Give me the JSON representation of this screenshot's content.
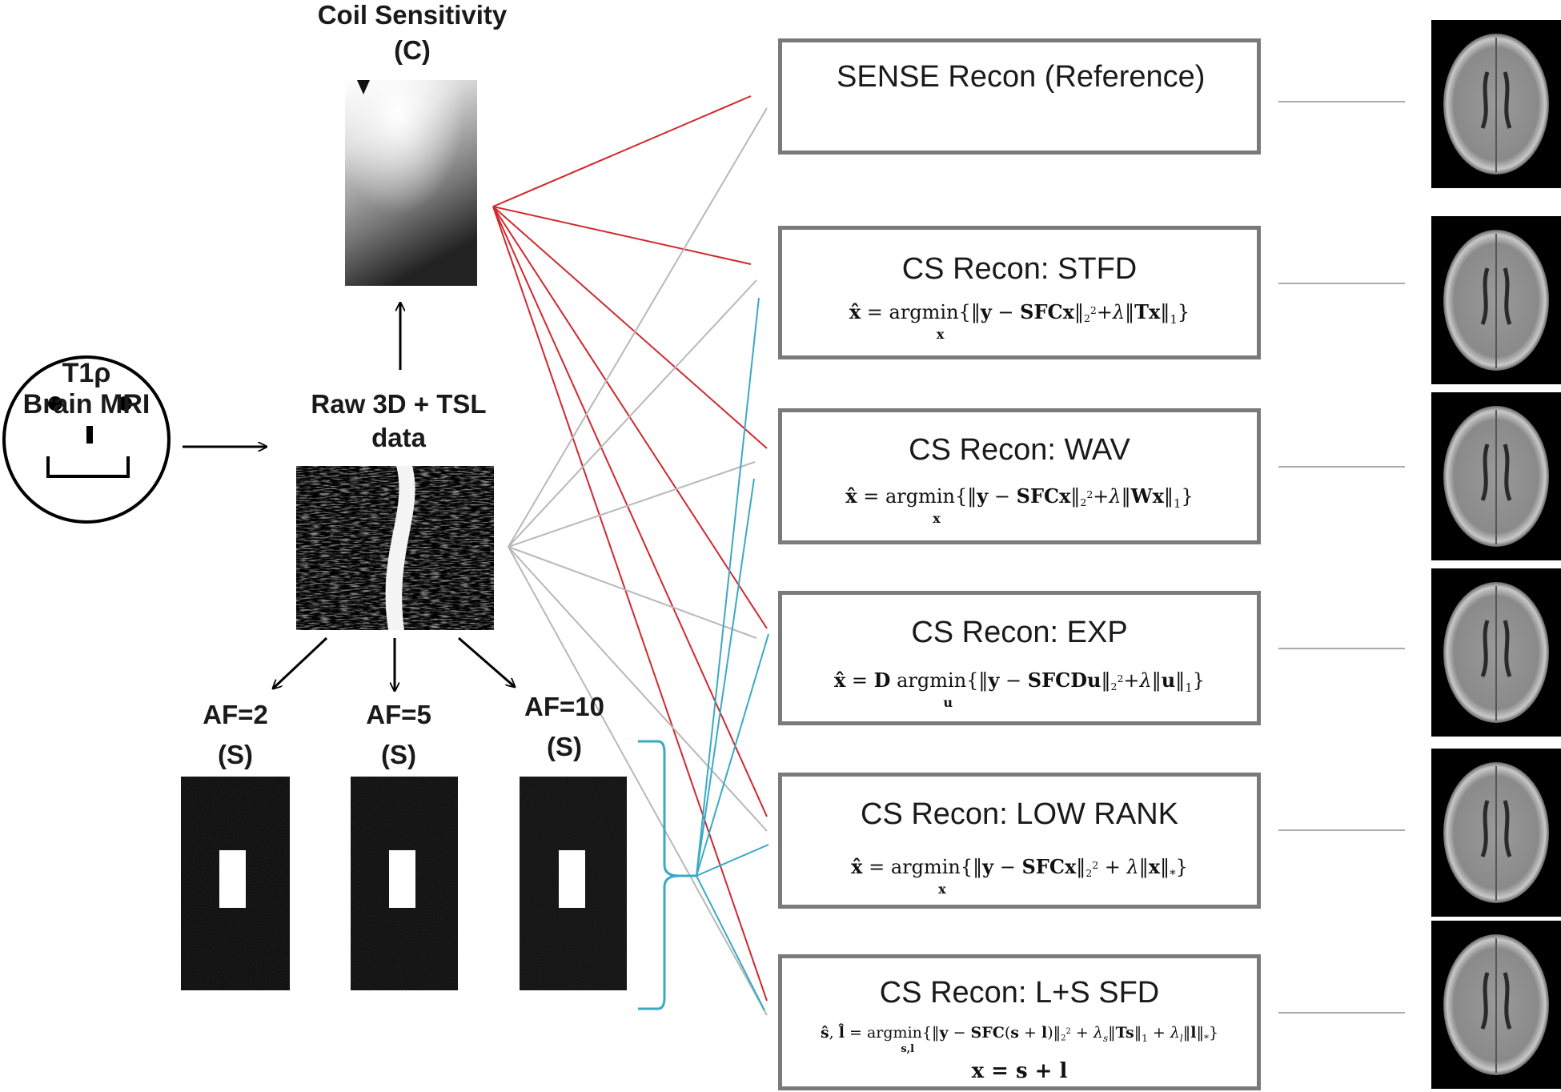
{
  "coil": {
    "title_line1": "Coil Sensitivity",
    "title_line2": "(C)"
  },
  "subject": {
    "line1": "T1ρ",
    "line2": "Brain MRI"
  },
  "raw": {
    "line1": "Raw 3D + TSL",
    "line2": "data"
  },
  "masks": [
    {
      "af": "AF=2",
      "s": "(S)"
    },
    {
      "af": "AF=5",
      "s": "(S)"
    },
    {
      "af": "AF=10",
      "s": "(S)"
    }
  ],
  "recons": [
    {
      "title": "SENSE Recon (Reference)",
      "equation": ""
    },
    {
      "title": "CS Recon: STFD",
      "equation": "x̂ = argmin_x{‖y − SFCx‖₂² + λ‖Tx‖₁}"
    },
    {
      "title": "CS Recon: WAV",
      "equation": "x̂ = argmin_x{‖y − SFCx‖₂² + λ‖Wx‖₁}"
    },
    {
      "title": "CS Recon: EXP",
      "equation": "x̂ = D argmin_u{‖y − SFCDu‖₂² + λ‖u‖₁}"
    },
    {
      "title": "CS Recon: LOW RANK",
      "equation": "x̂ = argmin_x{‖y − SFCx‖₂² + λ‖x‖*}"
    },
    {
      "title": "CS Recon: L+S SFD",
      "equation": "ŝ, l̂ = argmin_s,l{‖y − SFC(s + l)‖₂² + λs‖Ts‖₁ + λl‖l‖*}",
      "equation2": "x = s + l"
    }
  ],
  "colors": {
    "coil_links": "#d0282e",
    "raw_links": "#b8b8b8",
    "mask_links": "#3aa9c4",
    "box_border": "#7a7a7a"
  }
}
